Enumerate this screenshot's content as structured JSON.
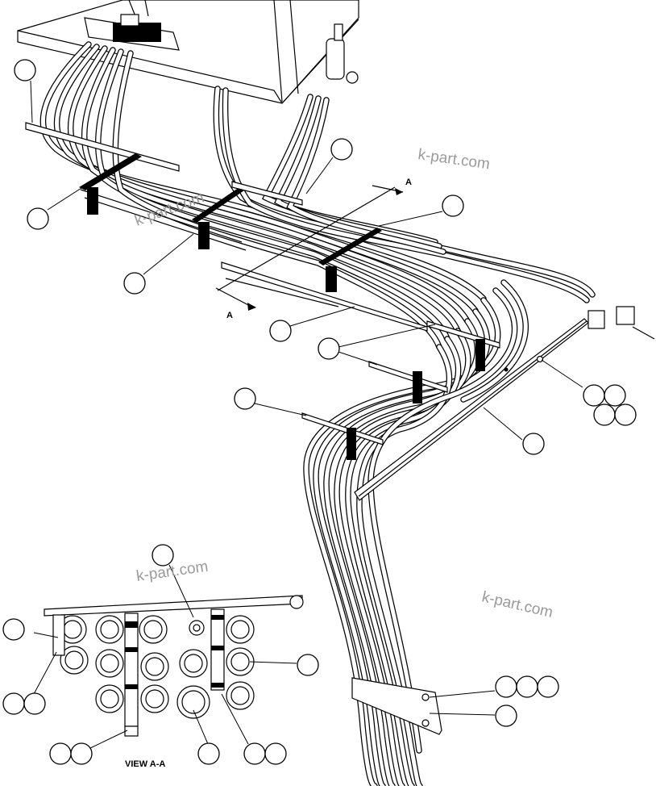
{
  "diagram": {
    "section_marker": "A",
    "view_title": "VIEW A-A",
    "watermarks": [
      "k-part.com",
      "k-part.com",
      "k-part.com",
      "k-part.com"
    ],
    "callouts": [
      {
        "id": "c1"
      },
      {
        "id": "c2"
      },
      {
        "id": "c3"
      },
      {
        "id": "c4"
      },
      {
        "id": "c5"
      },
      {
        "id": "c6"
      },
      {
        "id": "c7"
      },
      {
        "id": "c8"
      },
      {
        "id": "c9a"
      },
      {
        "id": "c9b"
      },
      {
        "id": "c9c"
      },
      {
        "id": "c9d"
      },
      {
        "id": "c10"
      },
      {
        "id": "c11"
      },
      {
        "id": "c12a"
      },
      {
        "id": "c12b"
      },
      {
        "id": "c12c"
      },
      {
        "id": "c13"
      },
      {
        "id": "c14"
      },
      {
        "id": "c15"
      },
      {
        "id": "c16a"
      },
      {
        "id": "c16b"
      },
      {
        "id": "c17"
      },
      {
        "id": "c18a"
      },
      {
        "id": "c18b"
      },
      {
        "id": "c19a"
      },
      {
        "id": "c19b"
      },
      {
        "id": "c20"
      },
      {
        "id": "c21a"
      },
      {
        "id": "c21b"
      }
    ],
    "colors": {
      "line": "#000000",
      "background": "#ffffff",
      "watermark": "#9a9a9a"
    }
  }
}
